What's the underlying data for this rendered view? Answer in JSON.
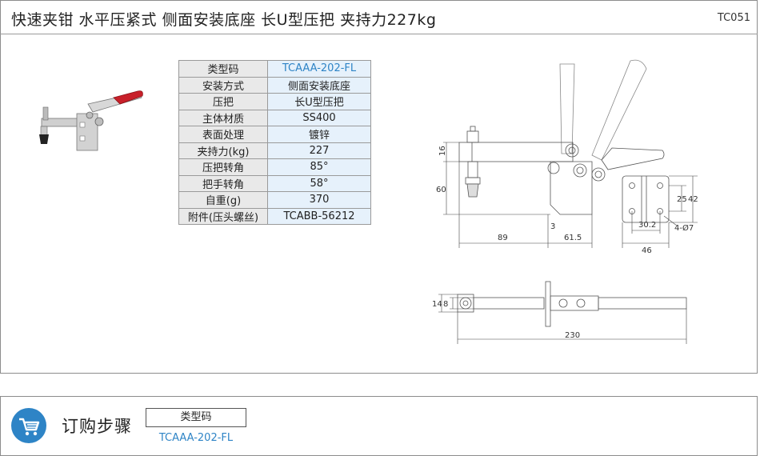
{
  "header": {
    "title": "快速夹钳  水平压紧式  侧面安装底座  长U型压把  夹持力227kg",
    "code": "TC051"
  },
  "spec_table": [
    {
      "key": "类型码",
      "value": "TCAAA-202-FL"
    },
    {
      "key": "安装方式",
      "value": "侧面安装底座"
    },
    {
      "key": "压把",
      "value": "长U型压把"
    },
    {
      "key": "主体材质",
      "value": "SS400"
    },
    {
      "key": "表面处理",
      "value": "镀锌"
    },
    {
      "key": "夹持力(kg)",
      "value": "227"
    },
    {
      "key": "压把转角",
      "value": "85°"
    },
    {
      "key": "把手转角",
      "value": "58°"
    },
    {
      "key": "自重(g)",
      "value": "370"
    },
    {
      "key": "附件(压头螺丝)",
      "value": "TCABB-56212"
    }
  ],
  "dimensions": {
    "d16": "16",
    "d60": "60",
    "d89": "89",
    "d3": "3",
    "d61_5": "61.5",
    "d25": "25",
    "d42": "42",
    "d30_2": "30.2",
    "d46": "46",
    "holes": "4-Ø7",
    "d14": "14",
    "d8": "8",
    "d230": "230"
  },
  "order": {
    "title": "订购步骤",
    "field_label": "类型码",
    "field_value": "TCAAA-202-FL"
  },
  "colors": {
    "accent": "#2e84c6",
    "handle_grip": "#c8202a"
  }
}
